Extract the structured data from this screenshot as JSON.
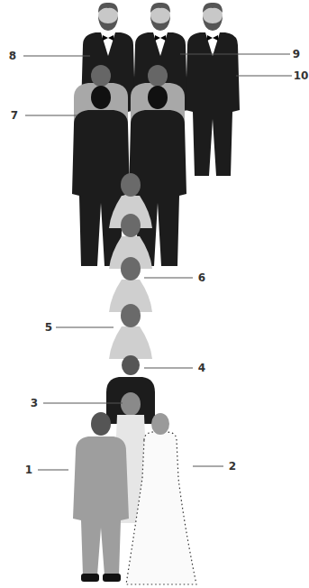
{
  "diagram": {
    "labels": [
      "8",
      "9",
      "10",
      "7",
      "6",
      "5",
      "4",
      "3",
      "1",
      "2"
    ]
  }
}
